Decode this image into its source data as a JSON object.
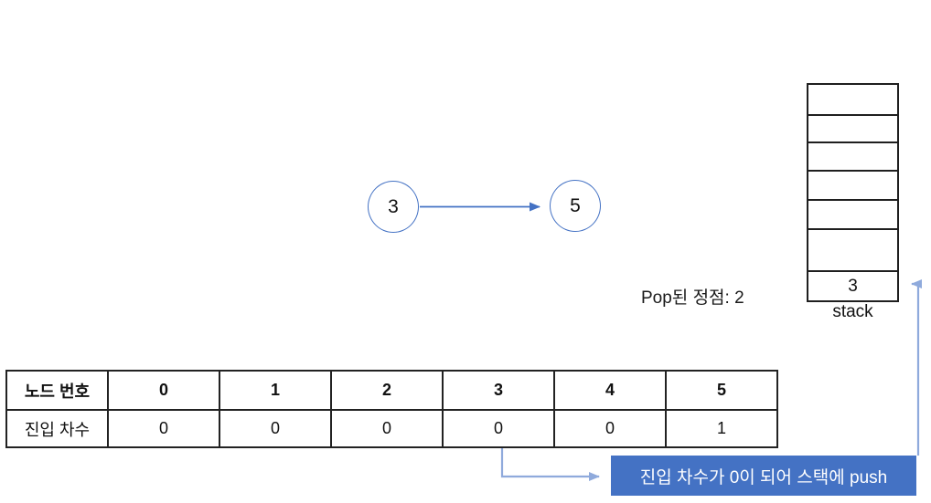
{
  "diagram": {
    "graph": {
      "nodes": [
        {
          "label": "3"
        },
        {
          "label": "5"
        }
      ]
    },
    "pop_label": "Pop된 정점: 2",
    "stack": {
      "cells": [
        "",
        "",
        "",
        "",
        "",
        "",
        "3"
      ],
      "caption": "stack"
    },
    "table": {
      "row1_header": "노드 번호",
      "row2_header": "진입 차수",
      "node_numbers": [
        "0",
        "1",
        "2",
        "3",
        "4",
        "5"
      ],
      "in_degrees": [
        "0",
        "0",
        "0",
        "0",
        "0",
        "1"
      ]
    },
    "callout_text": "진입 차수가 0이 되어 스택에 push",
    "colors": {
      "accent": "#4472C4",
      "connector": "#8FAADC",
      "node_stroke": "#4472C4",
      "line": "#1F1F1F"
    }
  }
}
